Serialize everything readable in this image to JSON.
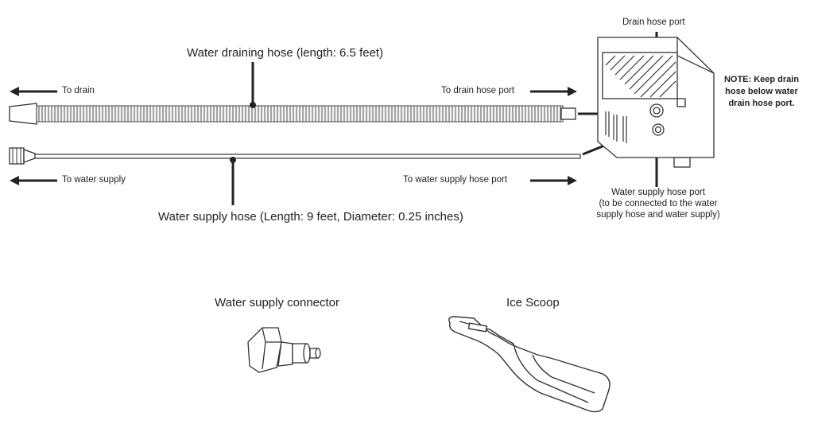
{
  "labels": {
    "draining_hose": "Water draining hose (length: 6.5 feet)",
    "supply_hose": "Water supply hose (Length: 9 feet, Diameter: 0.25 inches)",
    "to_drain": "To drain",
    "to_drain_port": "To drain hose port",
    "to_water_supply": "To water supply",
    "to_water_supply_port": "To water supply hose port",
    "drain_hose_port": "Drain hose port",
    "water_supply_port_line1": "Water supply hose port",
    "water_supply_port_line2": "(to be connected to the water",
    "water_supply_port_line3": "supply hose and water supply)",
    "note_line1": "NOTE: Keep drain",
    "note_line2": "hose below water",
    "note_line3": "drain hose port.",
    "connector": "Water supply connector",
    "scoop": "Ice Scoop"
  },
  "colors": {
    "ink": "#2a2a2a",
    "hose_fill": "#f2f2f2"
  }
}
